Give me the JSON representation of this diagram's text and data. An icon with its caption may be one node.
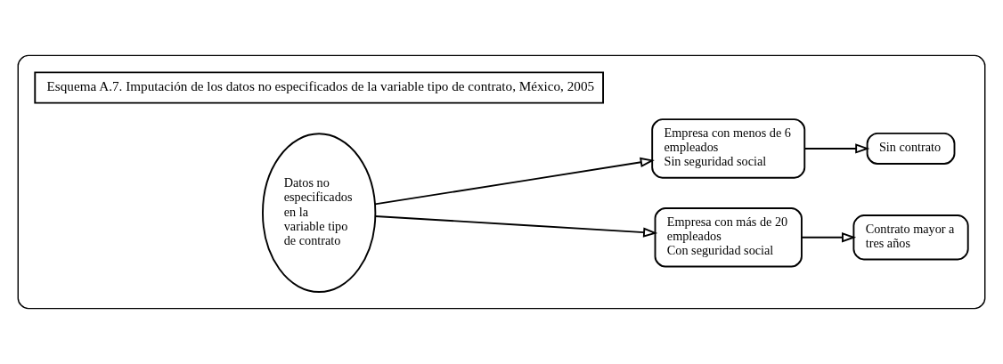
{
  "diagram": {
    "nodes": [
      {
        "text": [],
        "shape": "box"
      },
      {
        "text": [
          "Esquema A.7. Imputación de los datos no especificados de la variable tipo de contrato, México, 2005"
        ],
        "in": 0
      },
      {
        "text": [
          "Datos no especificados en la variable tipo de contrato"
        ],
        "in": 0
      },
      {
        "text": [
          "Empresa con más de 20 empleados",
          "Con seguridad social"
        ],
        "in": 0
      },
      {
        "text": [
          "Contrato mayor a tres años"
        ],
        "in": 0
      },
      {
        "text": [
          "Empresa con menos de 6 empleados",
          "Sin seguridad social"
        ],
        "in": 0
      },
      {
        "text": [
          "Sin contrato"
        ],
        "in": 0
      }
    ],
    "edges": [
      {
        "from": 2,
        "to": 3,
        "arrow": "to"
      },
      {
        "from": 3,
        "to": 4,
        "arrow": "to"
      },
      {
        "from": 2,
        "to": 5,
        "arrow": "to"
      },
      {
        "from": 5,
        "to": 6,
        "arrow": "to"
      }
    ]
  }
}
